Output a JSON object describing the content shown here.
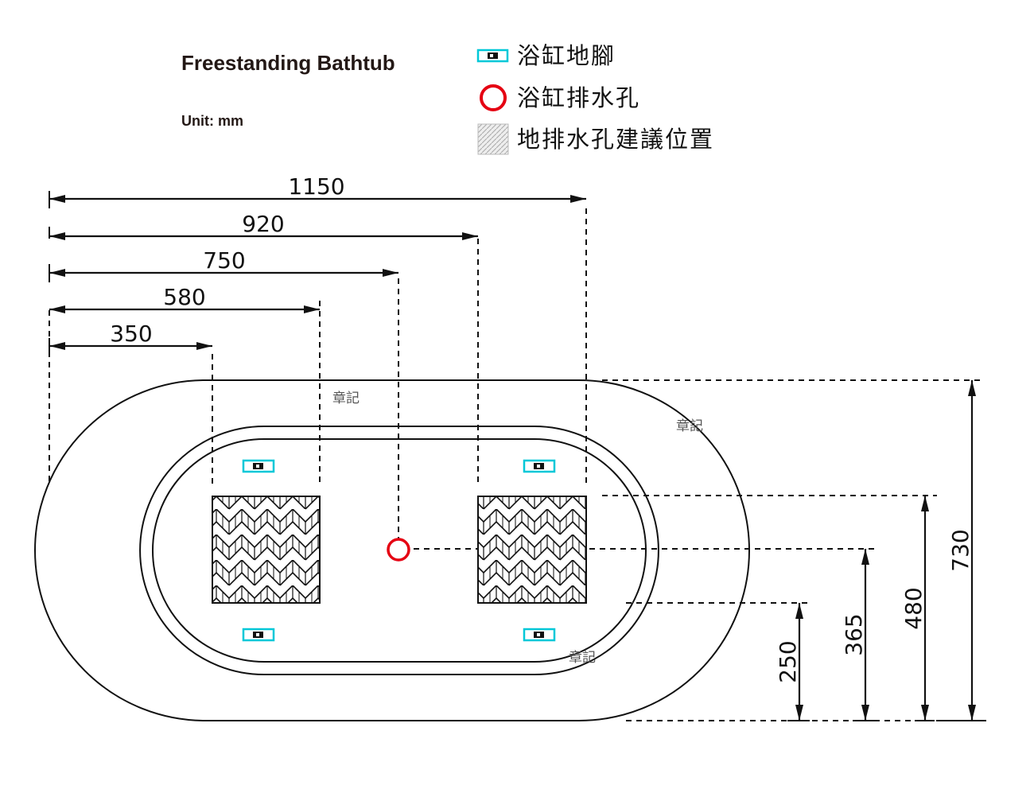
{
  "title": "Freestanding Bathtub",
  "unit": "Unit: mm",
  "legend": {
    "foot_label": "浴缸地腳",
    "drain_label": "浴缸排水孔",
    "floor_drain_label": "地排水孔建議位置"
  },
  "horizontal_dims": [
    "1150",
    "920",
    "750",
    "580",
    "350"
  ],
  "vertical_dims": [
    "730",
    "480",
    "365",
    "250"
  ],
  "stamp_text": "章記",
  "colors": {
    "foot": "#00c8d8",
    "drain": "#e50012",
    "line": "#111111"
  },
  "icons": {
    "foot": "bathtub-foot-icon",
    "drain": "drain-hole-icon",
    "floor_drain": "floor-drain-hatch-icon"
  }
}
